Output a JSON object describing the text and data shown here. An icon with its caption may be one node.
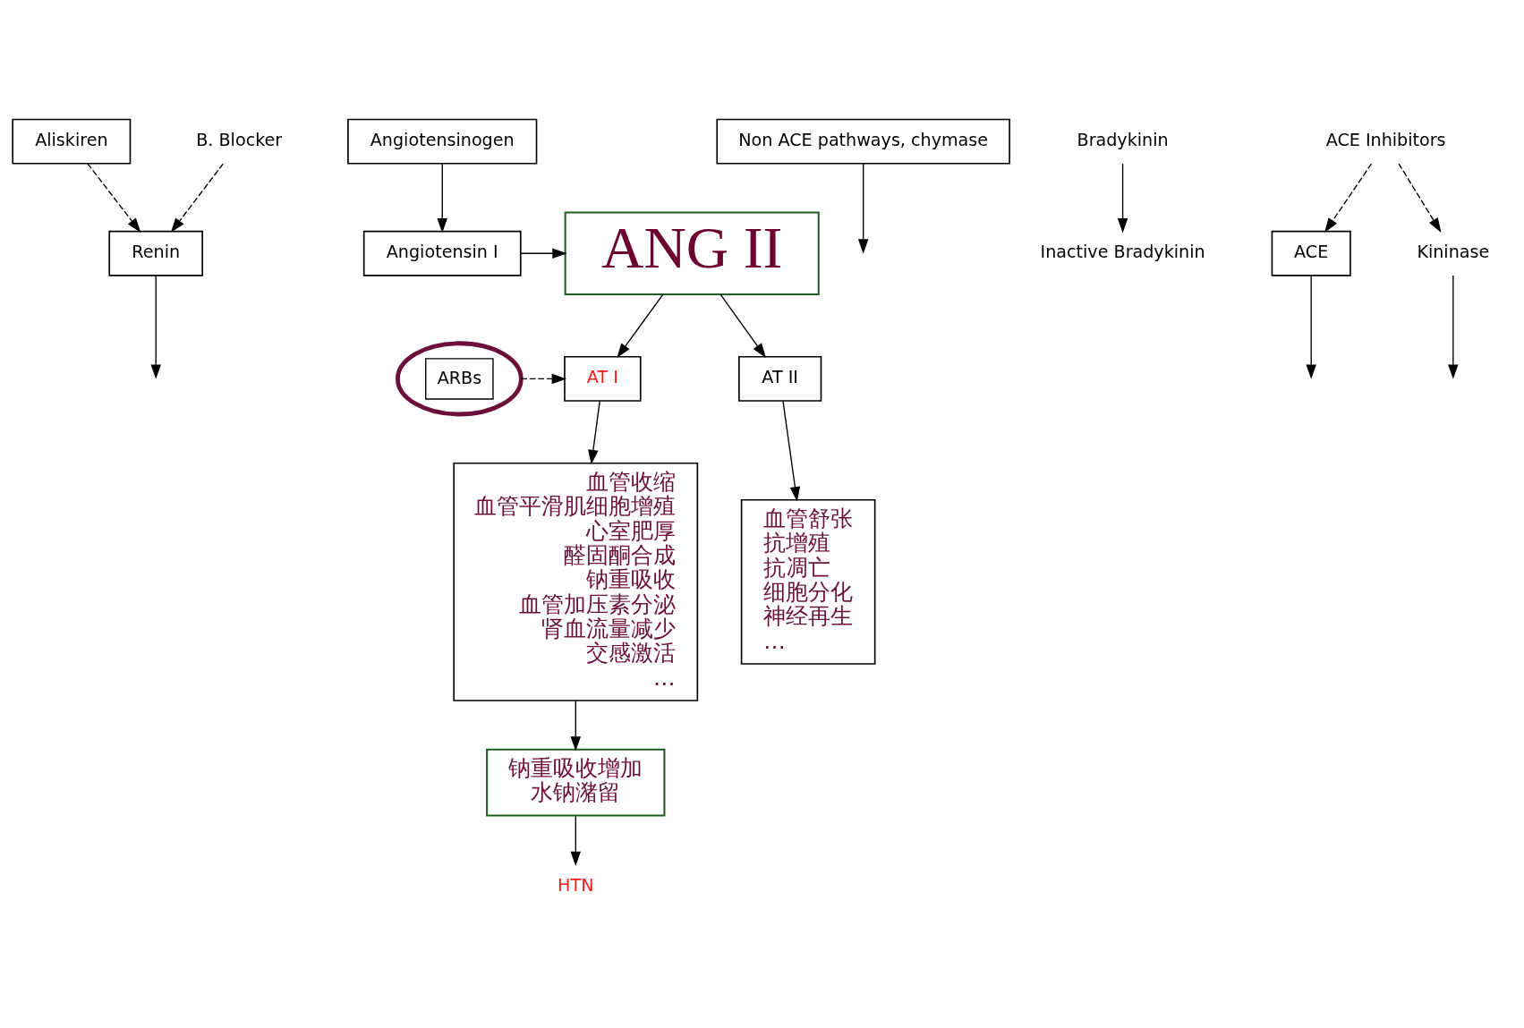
{
  "diagram": {
    "nodes": [
      {
        "text": [
          "Aliskiren"
        ]
      },
      {
        "text": [
          "Angiotensinogen"
        ]
      },
      {
        "text": [
          "Renin"
        ]
      },
      {
        "text": [
          "B. Blocker"
        ]
      },
      {
        "text": [
          "Non ACE pathways, chymase"
        ]
      },
      {
        "text": [
          "Angiotensin I"
        ]
      },
      {
        "text": [
          "ANG II"
        ]
      },
      {
        "text": [
          "Bradykinin"
        ]
      },
      {
        "text": [
          "ACE Inhibitors"
        ]
      },
      {
        "text": [
          "ACE"
        ]
      },
      {
        "text": [
          "Kininase"
        ]
      },
      {
        "text": [
          "Inactive Bradykinin"
        ]
      },
      {
        "text": [
          "AT I"
        ]
      },
      {
        "text": [
          "ARBs"
        ]
      },
      {
        "text": [
          "AT II"
        ]
      },
      {
        "text": [
          "血管收缩",
          "血管平滑肌细胞增殖",
          "心室肥厚",
          "醛固酮合成",
          "钠重吸收",
          "血管加压素分泌",
          "肾血流量减少",
          "交感激活",
          "…"
        ]
      },
      {
        "text": [
          "血管舒张",
          "抗增殖",
          "抗凋亡",
          "细胞分化",
          "神经再生",
          "…"
        ]
      },
      {
        "text": [
          "钠重吸收增加",
          "水钠潴留"
        ]
      },
      {
        "text": [
          "HTN"
        ]
      }
    ],
    "edges": [
      {
        "from": 0,
        "to": 2,
        "arrow": "to",
        "style": "dashed"
      },
      {
        "from": 3,
        "to": 2,
        "arrow": "to",
        "style": "dashed"
      },
      {
        "from": 2,
        "to": null,
        "arrow": "to"
      },
      {
        "from": 1,
        "to": 5,
        "arrow": "to"
      },
      {
        "from": 4,
        "to": null,
        "arrow": "to"
      },
      {
        "from": 5,
        "to": 6,
        "arrow": "to"
      },
      {
        "from": 9,
        "to": null,
        "arrow": "to"
      },
      {
        "from": 8,
        "to": 10,
        "arrow": "to",
        "style": "dashed"
      },
      {
        "from": 8,
        "to": 9,
        "arrow": "to",
        "style": "dashed"
      },
      {
        "from": 7,
        "to": 11,
        "arrow": "to"
      },
      {
        "from": 10,
        "to": null,
        "arrow": "to"
      },
      {
        "from": 6,
        "to": 12,
        "arrow": "to"
      },
      {
        "from": 6,
        "to": 14,
        "arrow": "to"
      },
      {
        "from": 13,
        "to": 12,
        "arrow": "to",
        "style": "dashed"
      },
      {
        "from": 12,
        "to": 15,
        "arrow": "to"
      },
      {
        "from": 14,
        "to": 16,
        "arrow": "to"
      },
      {
        "from": 15,
        "to": 17,
        "arrow": "to"
      },
      {
        "from": 17,
        "to": 18,
        "arrow": "to"
      }
    ]
  }
}
